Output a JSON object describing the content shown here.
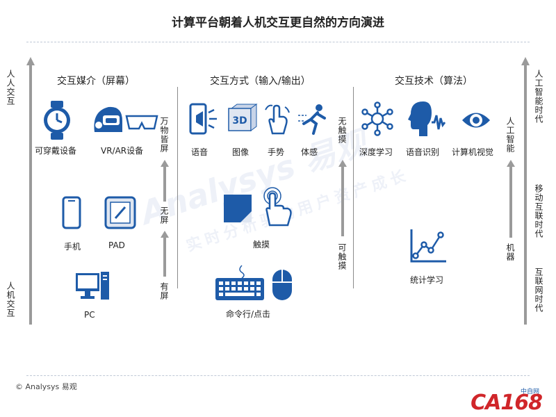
{
  "title": "计算平台朝着人机交互更自然的方向演进",
  "watermark": {
    "brand": "Analysys 易观",
    "slogan": "实时分析驱动用户资产成长"
  },
  "left_axis": {
    "top": "人人交互",
    "bottom": "人机交互"
  },
  "right_axis": {
    "top": "人工智能时代",
    "middle": "移动互联时代",
    "bottom": "互联网时代"
  },
  "sections": {
    "media": {
      "title": "交互媒介（屏幕）"
    },
    "method": {
      "title": "交互方式（输入/输出）"
    },
    "tech": {
      "title": "交互技术（算法）"
    }
  },
  "devices": {
    "wearable": "可穿戴设备",
    "vrar": "VR/AR设备",
    "phone": "手机",
    "pad": "PAD",
    "pc": "PC"
  },
  "screen_stages": {
    "top": "万物皆屏",
    "middle": "无屏",
    "bottom": "有屏"
  },
  "inputs": {
    "voice": "语音",
    "image": "图像",
    "gesture": "手势",
    "motion": "体感",
    "touch": "触摸",
    "command": "命令行/点击"
  },
  "touch_stages": {
    "top": "无触摸",
    "bottom": "可触摸"
  },
  "algorithms": {
    "deep": "深度学习",
    "speech": "语音识别",
    "vision": "计算机视觉",
    "stat": "统计学习"
  },
  "intelligence_stages": {
    "top": "人工智能",
    "bottom": "机器"
  },
  "footer": "© Analysys 易观",
  "site_logo": {
    "text": "CA168",
    "sub": "中自网"
  },
  "colors": {
    "icon_blue": "#1e5ba8",
    "arrow_gray": "#9a9a9a",
    "brand_red": "#d0262a"
  }
}
